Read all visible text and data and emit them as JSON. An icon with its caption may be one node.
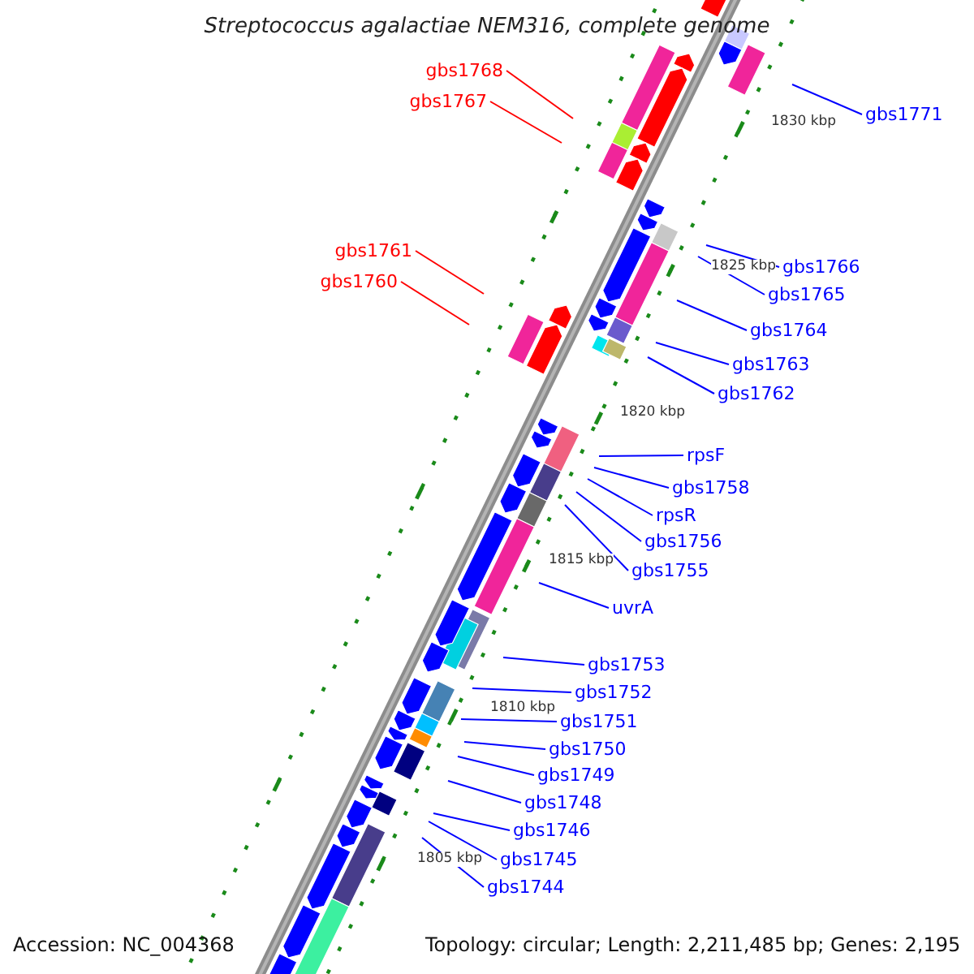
{
  "diagram": {
    "title": "Streptococcus agalactiae NEM316, complete genome",
    "nodes": [
      {
        "text": [
          "gbs1768"
        ]
      },
      {
        "text": [
          "gbs1767"
        ]
      },
      {
        "text": [
          "gbs1761"
        ]
      },
      {
        "text": [
          "gbs1760"
        ]
      },
      {
        "text": [
          "gbs1771"
        ]
      },
      {
        "text": [
          "gbs1766"
        ]
      },
      {
        "text": [
          "gbs1765"
        ]
      },
      {
        "text": [
          "gbs1764"
        ]
      },
      {
        "text": [
          "gbs1763"
        ]
      },
      {
        "text": [
          "gbs1762"
        ]
      },
      {
        "text": [
          "rpsF"
        ]
      },
      {
        "text": [
          "gbs1758"
        ]
      },
      {
        "text": [
          "rpsR"
        ]
      },
      {
        "text": [
          "gbs1756"
        ]
      },
      {
        "text": [
          "gbs1755"
        ]
      },
      {
        "text": [
          "uvrA"
        ]
      },
      {
        "text": [
          "gbs1753"
        ]
      },
      {
        "text": [
          "gbs1752"
        ]
      },
      {
        "text": [
          "gbs1751"
        ]
      },
      {
        "text": [
          "gbs1750"
        ]
      },
      {
        "text": [
          "gbs1749"
        ]
      },
      {
        "text": [
          "gbs1748"
        ]
      },
      {
        "text": [
          "gbs1746"
        ]
      },
      {
        "text": [
          "gbs1745"
        ]
      },
      {
        "text": [
          "gbs1744"
        ]
      }
    ],
    "edges": [
      {
        "from": 0,
        "to": null,
        "arrow": "none",
        "color": "#ff0000"
      },
      {
        "from": 1,
        "to": null,
        "arrow": "none",
        "color": "#ff0000"
      },
      {
        "from": 2,
        "to": null,
        "arrow": "none",
        "color": "#ff0000"
      },
      {
        "from": 3,
        "to": null,
        "arrow": "none",
        "color": "#ff0000"
      },
      {
        "from": 4,
        "to": null,
        "arrow": "none"
      },
      {
        "from": 5,
        "to": null,
        "arrow": "none"
      },
      {
        "from": 6,
        "to": null,
        "arrow": "none"
      },
      {
        "from": 7,
        "to": null,
        "arrow": "none"
      },
      {
        "from": 8,
        "to": null,
        "arrow": "none"
      },
      {
        "from": 9,
        "to": null,
        "arrow": "none"
      },
      {
        "from": 10,
        "to": null,
        "arrow": "none"
      },
      {
        "from": 11,
        "to": null,
        "arrow": "none"
      },
      {
        "from": 12,
        "to": null,
        "arrow": "none"
      },
      {
        "from": 13,
        "to": null,
        "arrow": "none"
      },
      {
        "from": 14,
        "to": null,
        "arrow": "none"
      },
      {
        "from": 15,
        "to": null,
        "arrow": "none"
      },
      {
        "from": 16,
        "to": null,
        "arrow": "none"
      },
      {
        "from": 17,
        "to": null,
        "arrow": "none"
      },
      {
        "from": 18,
        "to": null,
        "arrow": "none"
      },
      {
        "from": 19,
        "to": null,
        "arrow": "none"
      },
      {
        "from": 20,
        "to": null,
        "arrow": "none"
      },
      {
        "from": 21,
        "to": null,
        "arrow": "none"
      },
      {
        "from": 22,
        "to": null,
        "arrow": "none"
      },
      {
        "from": 23,
        "to": null,
        "arrow": "none"
      },
      {
        "from": 24,
        "to": null,
        "arrow": "none"
      }
    ],
    "labels": [
      "1830 kbp",
      "1825 kbp",
      "1820 kbp",
      "1815 kbp",
      "1810 kbp",
      "1805 kbp",
      "Accession: NC_004368",
      "Topology: circular; Length: 2,211,485 bp; Genes: 2,195"
    ]
  }
}
